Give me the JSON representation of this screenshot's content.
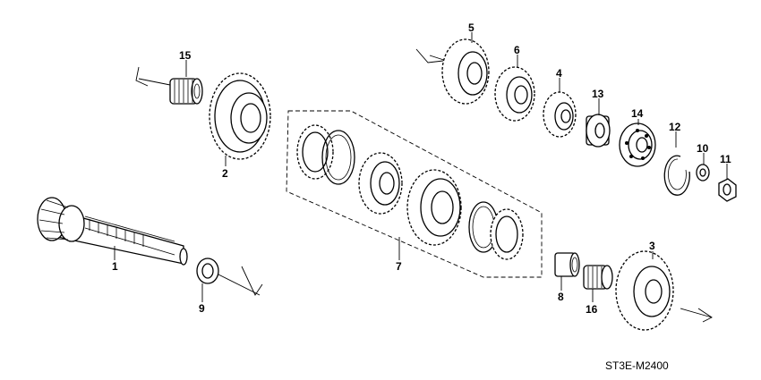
{
  "diagram_code": "ST3E-M2400",
  "callouts": {
    "c1": "1",
    "c2": "2",
    "c3": "3",
    "c4": "4",
    "c5": "5",
    "c6": "6",
    "c7": "7",
    "c8": "8",
    "c9": "9",
    "c10": "10",
    "c11": "11",
    "c12": "12",
    "c13": "13",
    "c14": "14",
    "c15": "15",
    "c16": "16"
  }
}
